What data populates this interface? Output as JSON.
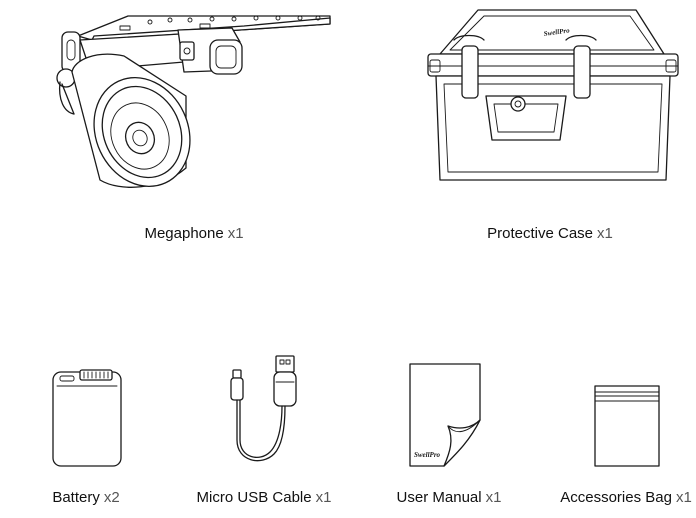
{
  "items": [
    {
      "name": "Megaphone",
      "qty": "x1",
      "icon": "megaphone-icon"
    },
    {
      "name": "Protective Case",
      "qty": "x1",
      "icon": "protective-case-icon"
    },
    {
      "name": "Battery",
      "qty": "x2",
      "icon": "battery-icon"
    },
    {
      "name": "Micro USB Cable",
      "qty": "x1",
      "icon": "usb-cable-icon"
    },
    {
      "name": "User Manual",
      "qty": "x1",
      "icon": "user-manual-icon",
      "logo_text": "SwellPro"
    },
    {
      "name": "Accessories Bag",
      "qty": "x1",
      "icon": "accessories-bag-icon"
    }
  ],
  "case_logo_text": "SwellPro"
}
